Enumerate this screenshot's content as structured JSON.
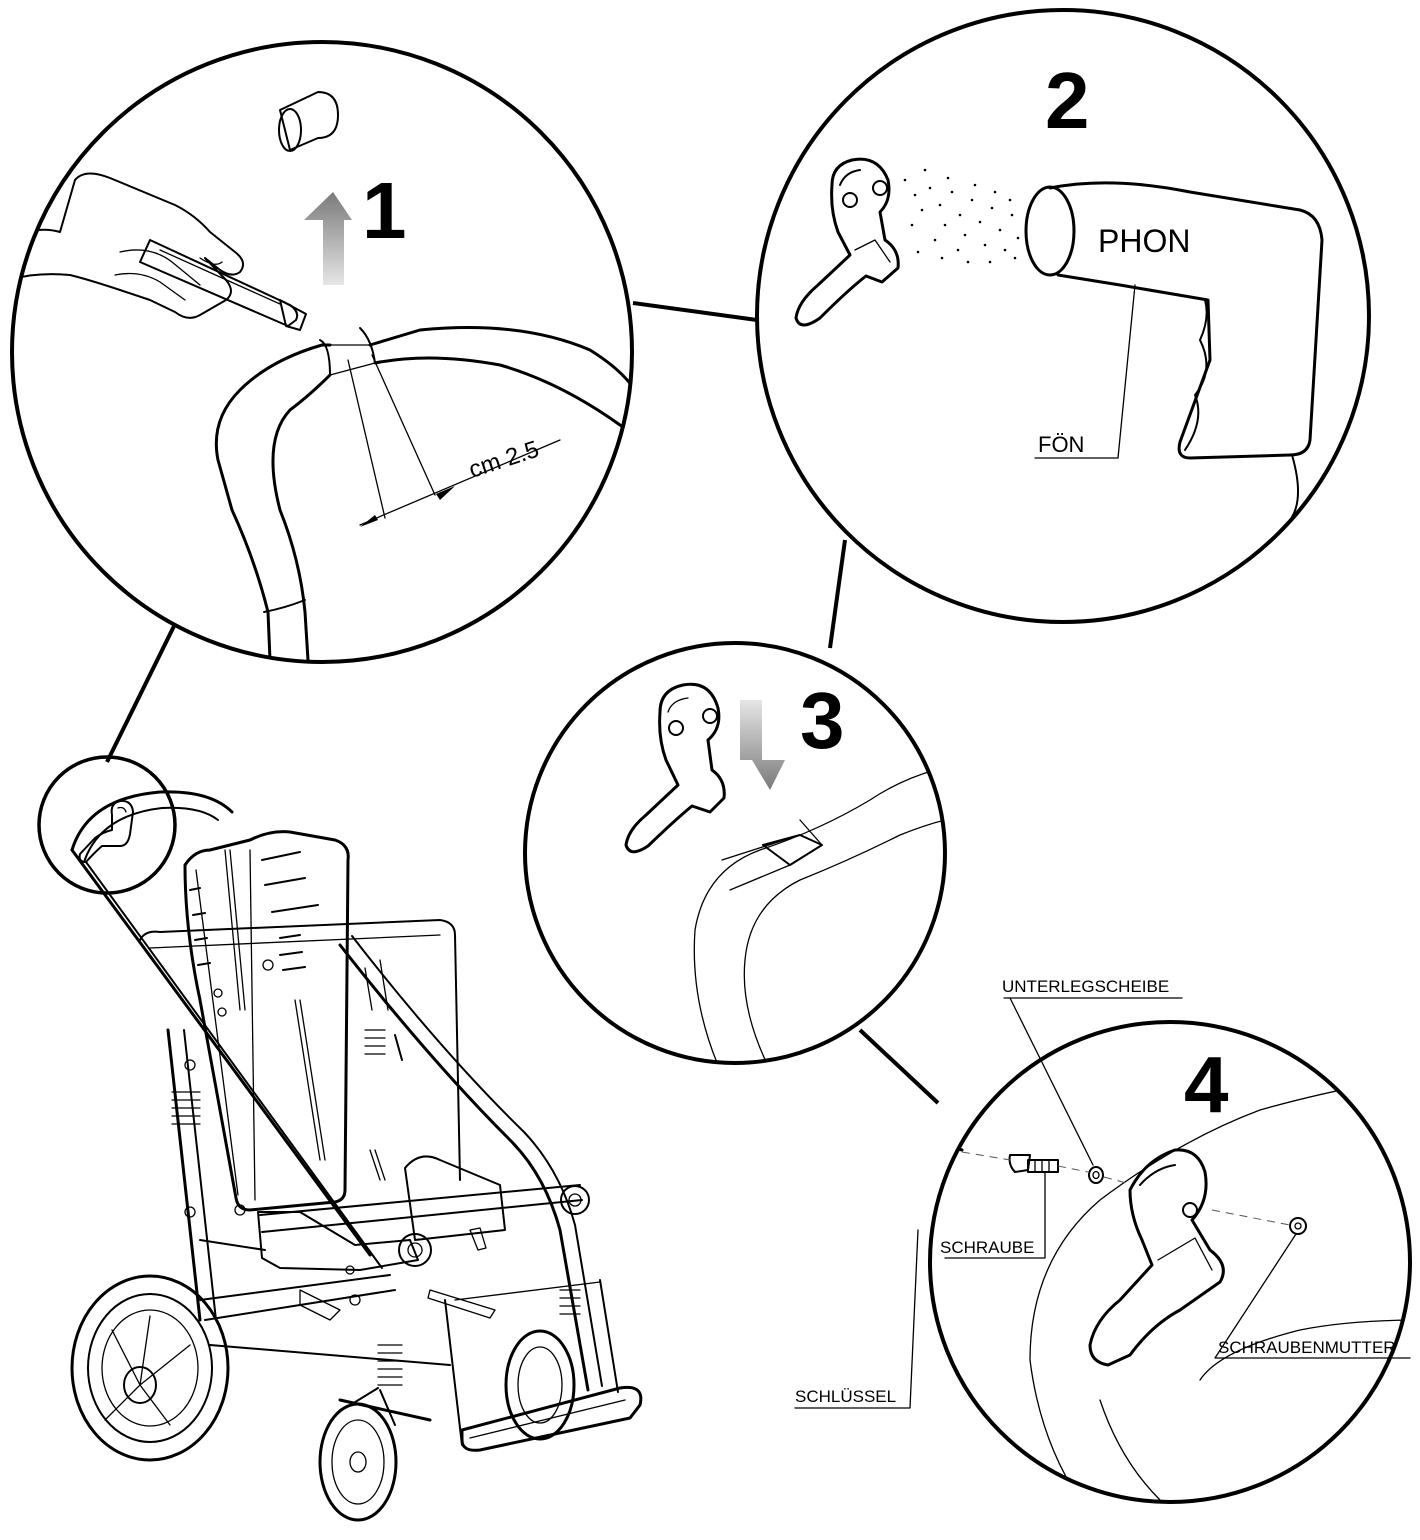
{
  "steps": {
    "step1": "1",
    "step2": "2",
    "step3": "3",
    "step4": "4"
  },
  "labels": {
    "measure": "cm 2.5",
    "dryer_text": "PHON",
    "dryer_caption": "FÖN",
    "washer": "UNTERLEGSCHEIBE",
    "screw": "SCHRAUBE",
    "nut": "SCHRAUBENMUTTER",
    "key": "SCHLÜSSEL"
  },
  "colors": {
    "ink": "#000000",
    "arrow_gray": "#8a8a8a",
    "background": "#ffffff"
  },
  "icons": [
    "cutter-knife-icon",
    "foam-sleeve-icon",
    "brake-lever-icon",
    "hair-dryer-icon",
    "allen-key-icon",
    "screw-icon",
    "washer-icon",
    "nut-icon"
  ]
}
